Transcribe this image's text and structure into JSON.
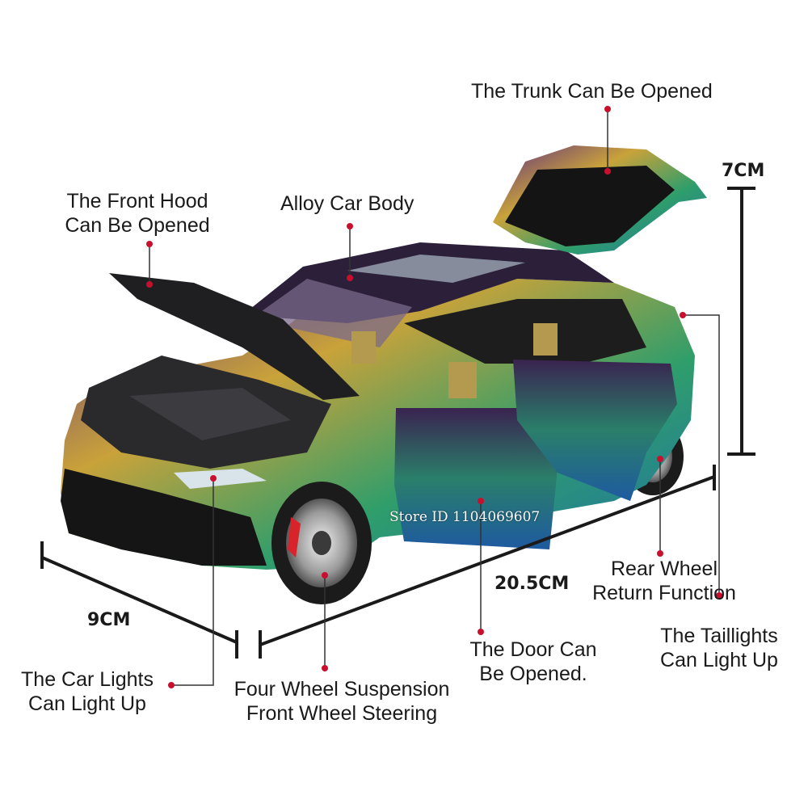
{
  "callouts": {
    "trunk": "The Trunk Can Be Opened",
    "hood_line1": "The Front Hood",
    "hood_line2": "Can Be Opened",
    "body": "Alloy Car Body",
    "rear_wheel_line1": "Rear Wheel",
    "rear_wheel_line2": "Return Function",
    "taillights_line1": "The Taillights",
    "taillights_line2": "Can Light Up",
    "door_line1": "The Door Can",
    "door_line2": "Be Opened.",
    "suspension_line1": "Four Wheel Suspension",
    "suspension_line2": "Front Wheel Steering",
    "lights_line1": "The Car Lights",
    "lights_line2": "Can Light Up"
  },
  "dimensions": {
    "height": "7CM",
    "width": "9CM",
    "length": "20.5CM"
  },
  "watermark": "Store ID 1104069607",
  "colors": {
    "marker": "#c8102e",
    "text": "#1a1a1a",
    "car_body": [
      "#5b2c83",
      "#c9a23a",
      "#2f9e6b",
      "#1f6fa8"
    ]
  }
}
